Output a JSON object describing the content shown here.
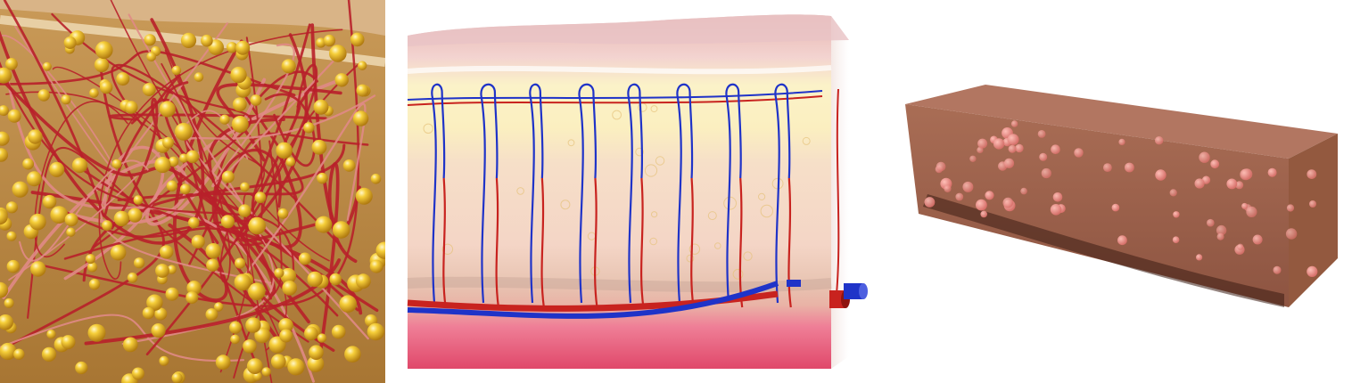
{
  "panels": [
    {
      "name": "tissue-closeup",
      "fibers": 58,
      "globules": 190
    },
    {
      "name": "skin-cross-section",
      "loops": 8
    },
    {
      "name": "tissue-block",
      "particles": 70
    }
  ],
  "colors": {
    "globule": "#f2c22e",
    "fiber": "#b8202a",
    "matrix": "#b9863a",
    "artery": "#c8231f",
    "vein": "#1f33c8",
    "block": "#a8624a",
    "particle": "#e88a86"
  }
}
